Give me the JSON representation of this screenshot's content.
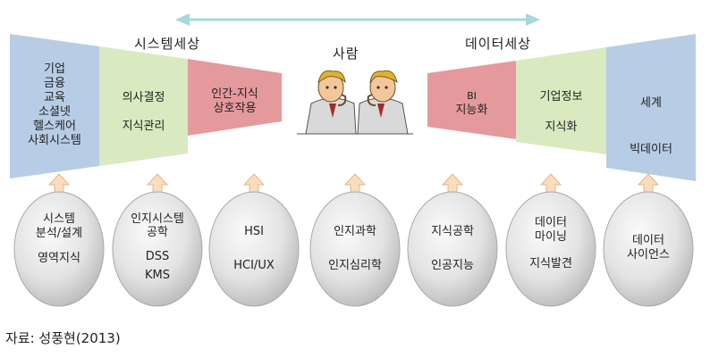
{
  "header": {
    "system_world": "시스템세상",
    "person": "사람",
    "data_world": "데이터세상"
  },
  "left_funnel": {
    "outer": [
      "기업",
      "금융",
      "교육",
      "소셜넷",
      "헬스케어",
      "사회시스템"
    ],
    "middle": [
      "의사결정",
      "지식관리"
    ],
    "inner": [
      "인간-지식",
      "상호작용"
    ]
  },
  "right_funnel": {
    "inner": [
      "BI",
      "지능화"
    ],
    "middle": [
      "기업정보",
      "지식화"
    ],
    "outer": [
      "세계",
      "빅데이터"
    ]
  },
  "fields": [
    {
      "lines": [
        "시스템",
        "분석/설계",
        "",
        "영역지식"
      ]
    },
    {
      "lines": [
        "인지시스템",
        "공학",
        "",
        "DSS",
        "KMS"
      ]
    },
    {
      "lines": [
        "HSI",
        "",
        "HCI/UX"
      ]
    },
    {
      "lines": [
        "인지과학",
        "",
        "인지심리학"
      ]
    },
    {
      "lines": [
        "지식공학",
        "",
        "인공지능"
      ]
    },
    {
      "lines": [
        "데이터",
        "마이닝",
        "",
        "지식발견"
      ]
    },
    {
      "lines": [
        "데이터",
        "사이언스"
      ]
    }
  ],
  "source": "자료: 성풍현(2013)",
  "colors": {
    "blue": "#b7cde6",
    "green": "#d9eac0",
    "red": "#e49a9d",
    "arrow_teal": "#a3d8dd",
    "up_arrow": "#fbdcbc",
    "ellipse_light": "#f2f2f2",
    "ellipse_dark": "#bdbdbd"
  },
  "icons": {
    "people": "two-thinking-men-icon",
    "double_arrow": "double-headed-arrow-icon",
    "up_arrow": "up-arrow-icon"
  }
}
